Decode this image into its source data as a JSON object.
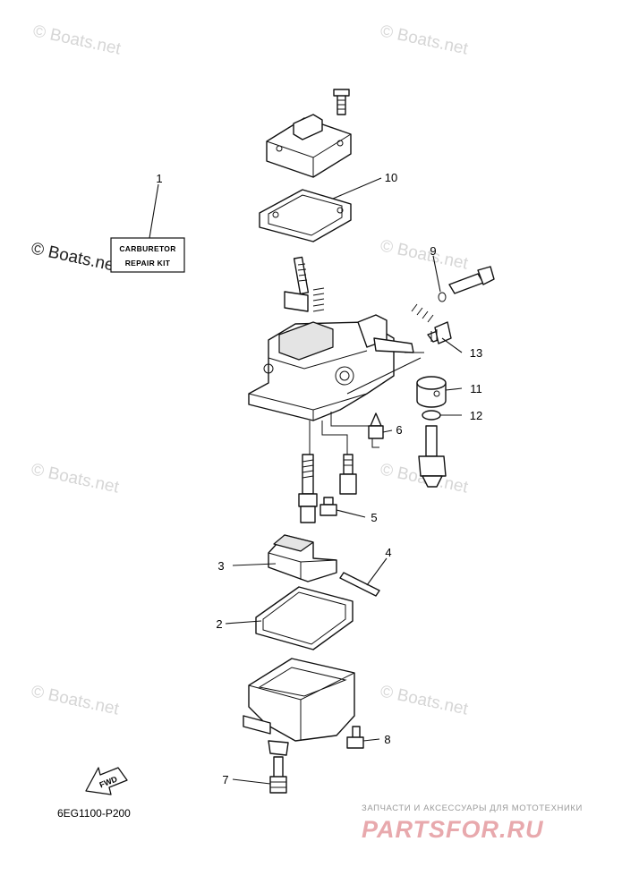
{
  "watermark_text": "© Boats.net",
  "kit_label": {
    "line1": "CARBURETOR",
    "line2": "REPAIR KIT"
  },
  "callouts": [
    "1",
    "2",
    "3",
    "4",
    "5",
    "6",
    "7",
    "8",
    "9",
    "10",
    "11",
    "12",
    "13"
  ],
  "fwd_label": "FWD",
  "diagram_code": "6EG1100-P200",
  "brand": {
    "tagline": "ЗАПЧАСТИ И АКСЕССУАРЫ ДЛЯ МОТОТЕХНИКИ",
    "logo": "PARTSFOR.RU"
  }
}
